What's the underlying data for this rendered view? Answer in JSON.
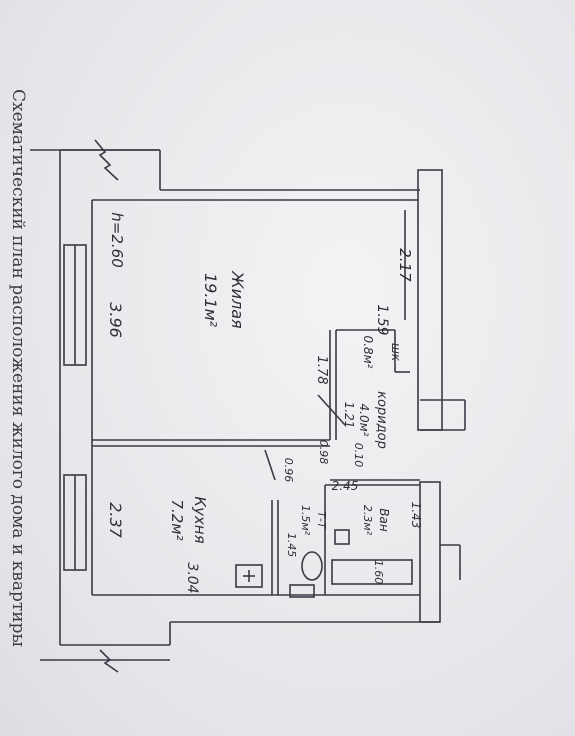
{
  "caption": "Схематический план расположения жилого дома и квартиры",
  "rooms": {
    "living": {
      "name": "Жилая",
      "area": "19.1м²"
    },
    "kitchen": {
      "name": "Кухня",
      "area": "7.2м²"
    },
    "corridor": {
      "name": "коридор",
      "area": "4.0м²"
    },
    "bath": {
      "name": "Ван",
      "area": "2.3м²"
    },
    "toilet": {
      "name": "Т-Т",
      "area": "1.5м²",
      "height": "1.45"
    },
    "closet": {
      "name": "шк",
      "area": "0.8м²"
    }
  },
  "dimensions": {
    "ceiling_height": "h=2.60",
    "living_width": "3.96",
    "kitchen_width": "2.37",
    "kitchen_depth": "3.04",
    "hall_length": "2.17",
    "closet_width": "1.59",
    "corridor_len": "1.78",
    "corridor_width": "1.21",
    "door_098": "0.98",
    "door_010": "0.10",
    "door_096": "0.96",
    "bath_length": "2.45",
    "bath_width": "1.43",
    "tub_length": "1.60"
  }
}
